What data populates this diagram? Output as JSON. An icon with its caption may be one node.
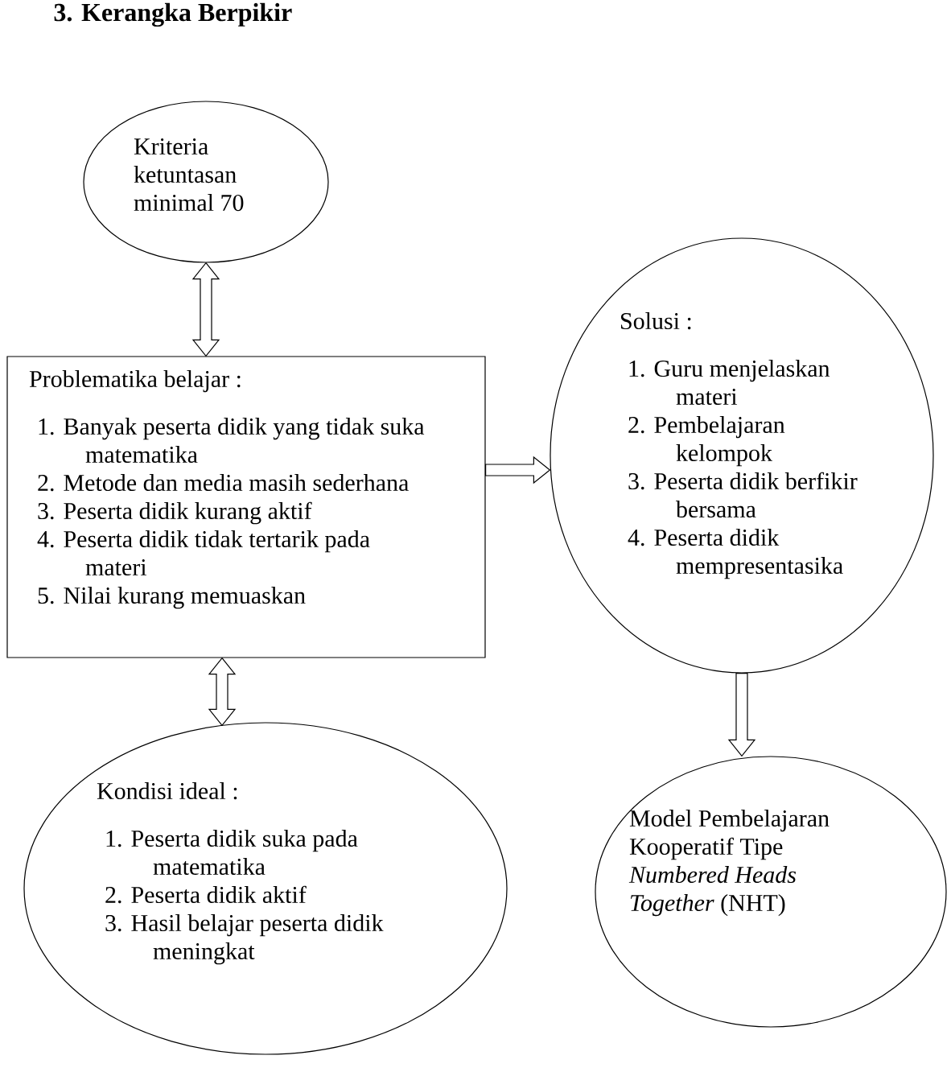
{
  "diagram": {
    "title": "3. Kerangka Berpikir",
    "nodes": [
      {
        "text": [
          "Kriteria ketuntasan minimal 70"
        ]
      },
      {
        "text": [
          "Problematika belajar :",
          "1. Banyak peserta didik yang tidak suka matematika",
          "2. Metode dan media masih sederhana",
          "3. Peserta didik kurang aktif",
          "4. Peserta didik tidak tertarik pada materi",
          "5. Nilai kurang memuaskan"
        ]
      },
      {
        "text": [
          "Solusi :",
          "1. Guru menjelaskan materi",
          "2. Pembelajaran kelompok",
          "3. Peserta didik berfikir bersama",
          "4. Peserta didik mempresentasika"
        ]
      },
      {
        "text": [
          "Kondisi ideal :",
          "1. Peserta didik suka pada matematika",
          "2. Peserta didik aktif",
          "3. Hasil belajar peserta didik meningkat"
        ]
      },
      {
        "text": [
          "Model Pembelajaran Kooperatif Tipe *Numbered Heads Together* (NHT)"
        ]
      }
    ],
    "edges": [
      {
        "from": 0,
        "to": 1,
        "arrow": "both"
      },
      {
        "from": 1,
        "to": 2,
        "arrow": "to"
      },
      {
        "from": 1,
        "to": 3,
        "arrow": "both"
      },
      {
        "from": 2,
        "to": 4,
        "arrow": "to"
      }
    ]
  }
}
